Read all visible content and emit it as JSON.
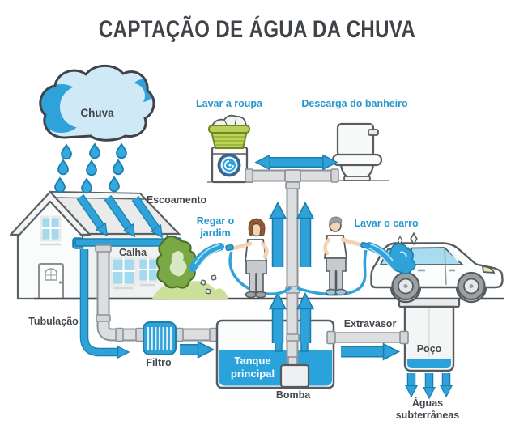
{
  "title": "CAPTAÇÃO DE ÁGUA DA CHUVA",
  "labels": {
    "cloud": "Chuva",
    "wash_clothes": "Lavar a roupa",
    "toilet_flush": "Descarga do banheiro",
    "runoff": "Escoamento",
    "gutter": "Calha",
    "water_garden": "Regar o\njardim",
    "wash_car": "Lavar o carro",
    "piping": "Tubulação",
    "filter": "Filtro",
    "main_tank": "Tanque\nprincipal",
    "pump": "Bomba",
    "overflow": "Extravasor",
    "well": "Poço",
    "groundwater": "Águas subterrâneas"
  },
  "colors": {
    "arrow_blue": "#2FA3D9",
    "arrow_outline": "#1A7FAE",
    "water_blue": "#2AA3DC",
    "cloud_light": "#CFEAF6",
    "label_blue": "#2798CE",
    "label_dark": "#45494E",
    "title_dark": "#3F4347",
    "pipe_gray": "#DCDEE0",
    "pipe_outline": "#8D9297",
    "bush_green": "#7AA845",
    "grass_green": "#CDE09A",
    "basket_green": "#B8CF55"
  }
}
